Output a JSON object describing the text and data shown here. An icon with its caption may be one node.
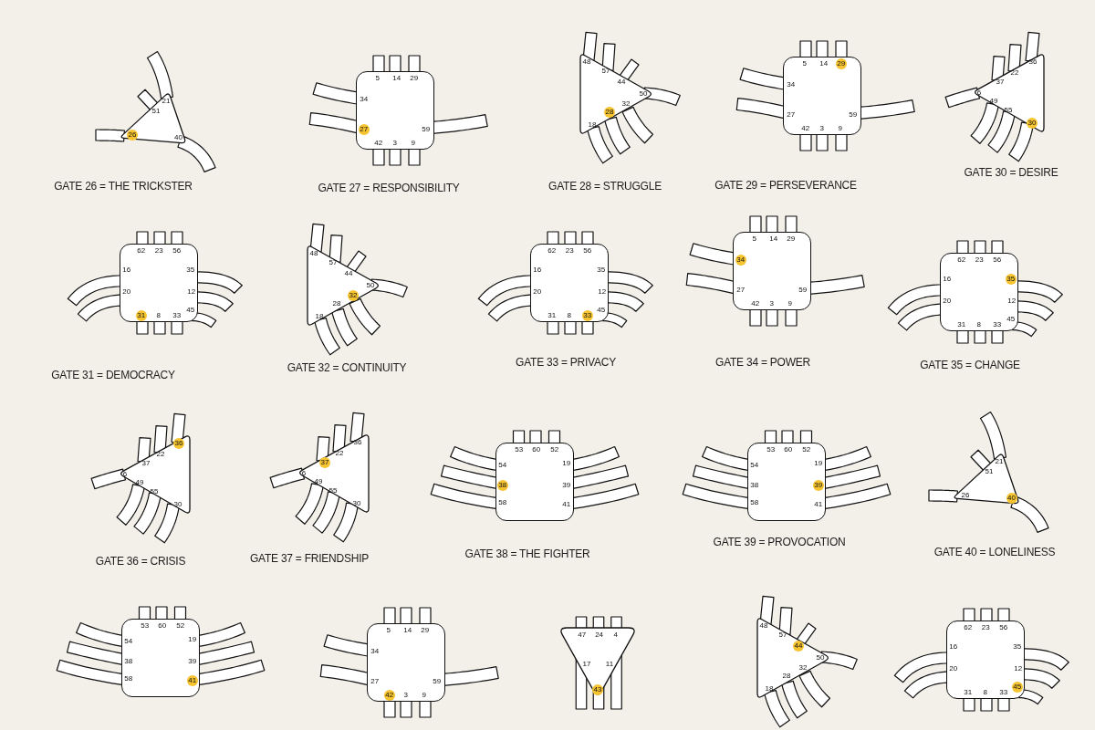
{
  "diagram": {
    "nodes": [
      {
        "text": [
          "21",
          "51",
          "40"
        ]
      },
      {
        "text": [
          "26"
        ],
        "in": 0
      },
      {
        "text": [
          "5",
          "14",
          "29",
          "34",
          "59",
          "42",
          "3",
          "9"
        ]
      },
      {
        "text": [
          "27"
        ],
        "in": 2
      },
      {
        "text": [
          "48",
          "57",
          "44",
          "50",
          "32",
          "18"
        ]
      },
      {
        "text": [
          "28"
        ],
        "in": 4
      },
      {
        "text": [
          "5",
          "14",
          "34",
          "27",
          "59",
          "42",
          "3",
          "9"
        ]
      },
      {
        "text": [
          "29"
        ],
        "in": 6
      },
      {
        "text": [
          "36",
          "22",
          "37",
          "6",
          "49",
          "55"
        ]
      },
      {
        "text": [
          "30"
        ],
        "in": 8
      },
      {
        "text": [
          "62",
          "23",
          "56",
          "16",
          "35",
          "20",
          "12",
          "45",
          "8",
          "33"
        ]
      },
      {
        "text": [
          "31"
        ],
        "in": 10
      },
      {
        "text": [
          "48",
          "57",
          "44",
          "50",
          "28",
          "18"
        ]
      },
      {
        "text": [
          "32"
        ],
        "in": 12
      },
      {
        "text": [
          "62",
          "23",
          "56",
          "16",
          "35",
          "20",
          "12",
          "45",
          "31",
          "8"
        ]
      },
      {
        "text": [
          "33"
        ],
        "in": 14
      },
      {
        "text": [
          "5",
          "14",
          "29",
          "27",
          "59",
          "42",
          "3",
          "9"
        ]
      },
      {
        "text": [
          "34"
        ],
        "in": 16
      },
      {
        "text": [
          "62",
          "23",
          "56",
          "16",
          "20",
          "12",
          "45",
          "31",
          "8",
          "33"
        ]
      },
      {
        "text": [
          "35"
        ],
        "in": 18
      },
      {
        "text": [
          "22",
          "37",
          "6",
          "49",
          "55",
          "30"
        ]
      },
      {
        "text": [
          "36"
        ],
        "in": 20
      },
      {
        "text": [
          "36",
          "22",
          "6",
          "49",
          "55",
          "30"
        ]
      },
      {
        "text": [
          "37"
        ],
        "in": 22
      },
      {
        "text": [
          "53",
          "60",
          "52",
          "54",
          "19",
          "39",
          "58",
          "41"
        ]
      },
      {
        "text": [
          "38"
        ],
        "in": 24
      },
      {
        "text": [
          "53",
          "60",
          "52",
          "54",
          "19",
          "38",
          "58",
          "41"
        ]
      },
      {
        "text": [
          "39"
        ],
        "in": 26
      },
      {
        "text": [
          "21",
          "51",
          "26"
        ]
      },
      {
        "text": [
          "40"
        ],
        "in": 28
      },
      {
        "text": [
          "53",
          "60",
          "52",
          "54",
          "19",
          "38",
          "39",
          "58"
        ]
      },
      {
        "text": [
          "41"
        ],
        "in": 30
      },
      {
        "text": [
          "5",
          "14",
          "29",
          "34",
          "27",
          "59",
          "3",
          "9"
        ]
      },
      {
        "text": [
          "42"
        ],
        "in": 32
      },
      {
        "text": [
          "47",
          "24",
          "4",
          "17",
          "11"
        ]
      },
      {
        "text": [
          "43"
        ],
        "in": 34
      },
      {
        "text": [
          "48",
          "57",
          "50",
          "32",
          "28",
          "18"
        ]
      },
      {
        "text": [
          "44"
        ],
        "in": 36
      },
      {
        "text": [
          "62",
          "23",
          "56",
          "16",
          "35",
          "20",
          "12",
          "31",
          "8",
          "33"
        ]
      },
      {
        "text": [
          "45"
        ],
        "in": 38
      }
    ],
    "labels": [
      "GATE 26 = THE TRICKSTER",
      "GATE 27 = RESPONSIBILITY",
      "GATE 28 = STRUGGLE",
      "GATE 29 = PERSEVERANCE",
      "GATE 30 = DESIRE",
      "GATE 31 = DEMOCRACY",
      "GATE 32 = CONTINUITY",
      "GATE 33 = PRIVACY",
      "GATE 34 = POWER",
      "GATE 35 = CHANGE",
      "GATE 36 = CRISIS",
      "GATE 37 = FRIENDSHIP",
      "GATE 38 = THE FIGHTER",
      "GATE 39 = PROVOCATION",
      "GATE 40 = LONELINESS"
    ]
  }
}
